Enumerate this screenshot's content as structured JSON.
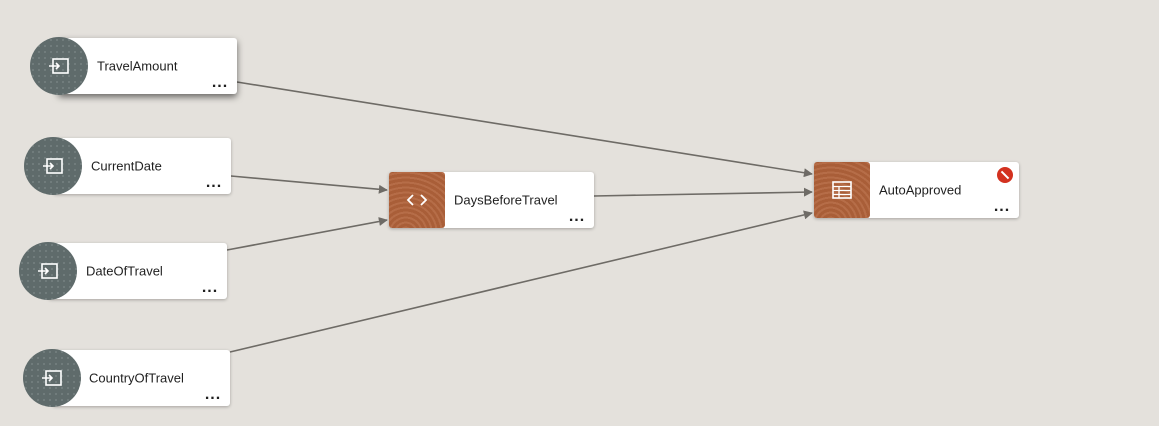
{
  "diagram": {
    "nodes": [
      {
        "id": "travel-amount",
        "label": "TravelAmount",
        "kind": "input",
        "icon": "input-data-icon",
        "selected": true
      },
      {
        "id": "current-date",
        "label": "CurrentDate",
        "kind": "input",
        "icon": "input-data-icon"
      },
      {
        "id": "date-of-travel",
        "label": "DateOfTravel",
        "kind": "input",
        "icon": "input-data-icon"
      },
      {
        "id": "country-of-travel",
        "label": "CountryOfTravel",
        "kind": "input",
        "icon": "input-data-icon"
      },
      {
        "id": "days-before-travel",
        "label": "DaysBeforeTravel",
        "kind": "literal-expression",
        "icon": "code-brackets-icon"
      },
      {
        "id": "auto-approved",
        "label": "AutoApproved",
        "kind": "decision-table",
        "icon": "table-icon",
        "status": "error"
      }
    ],
    "edges": [
      {
        "from": "travel-amount",
        "to": "auto-approved"
      },
      {
        "from": "current-date",
        "to": "days-before-travel"
      },
      {
        "from": "date-of-travel",
        "to": "days-before-travel"
      },
      {
        "from": "days-before-travel",
        "to": "auto-approved"
      },
      {
        "from": "country-of-travel",
        "to": "auto-approved"
      }
    ],
    "more_label": "...",
    "colors": {
      "canvas": "#e4e1dc",
      "input_node": "#5f6b6b",
      "decision_node": "#b0623a",
      "edge": "#6e6b66",
      "error": "#d3311f"
    }
  }
}
